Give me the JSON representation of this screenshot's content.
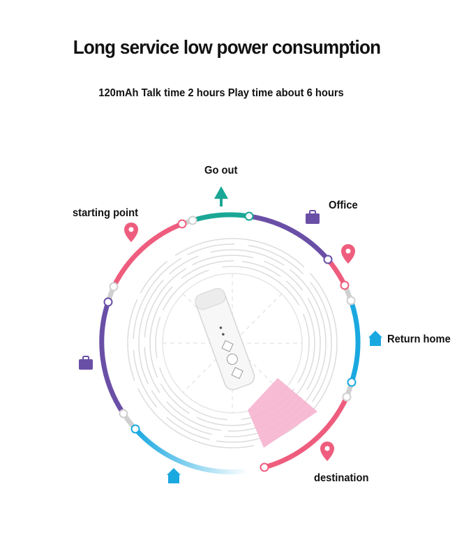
{
  "header": {
    "title": "Long service low power consumption",
    "subtitle": "120mAh Talk time 2 hours Play time about 6 hours"
  },
  "route": {
    "labels": {
      "go_out": "Go out",
      "office": "Office",
      "starting_point": "starting point",
      "return_home": "Return home",
      "destination": "destination"
    }
  },
  "colors": {
    "teal": "#1aa795",
    "purple": "#6a4fa6",
    "pink": "#ee5d7d",
    "blue": "#1aa8e0",
    "gray": "#d0d0d0"
  }
}
